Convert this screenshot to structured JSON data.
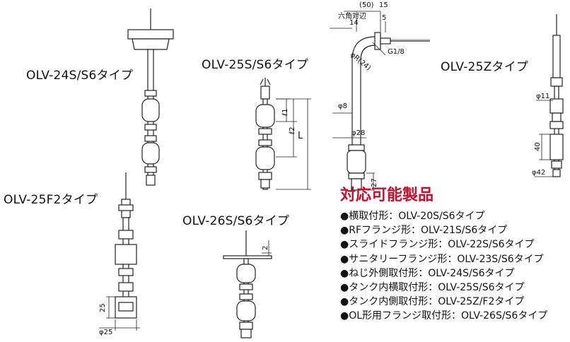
{
  "labels": {
    "olv24": "OLV-24S/S6タイプ",
    "olv25s": "OLV-25S/S6タイプ",
    "olv25z": "OLV-25Zタイプ",
    "olv25f2": "OLV-25F2タイプ",
    "olv26": "OLV-26S/S6タイプ"
  },
  "dimensions": {
    "hex_label": "六角対辺",
    "hex_value": "14",
    "d50": "(50)",
    "d15": "15",
    "d5": "5",
    "thread": "G1/8",
    "radius": "φR(24)",
    "phi8": "φ8",
    "phi28": "φ28",
    "d27": "27",
    "l1": "ℓ1",
    "l2": "ℓ2",
    "L": "L",
    "phi11": "φ11",
    "d40": "40",
    "phi42": "φ42",
    "d25": "25",
    "phi25": "φ25",
    "d2": "2"
  },
  "section": {
    "heading": "対応可能製品",
    "products": [
      "●横取付形：OLV-20S/S6タイプ",
      "●RFフランジ形：OLV-21S/S6タイプ",
      "●スライドフランジ形：OLV-22S/S6タイプ",
      "●サニタリーフランジ形：OLV-23S/S6タイプ",
      "●ねじ外側取付形：OLV-24S/S6タイプ",
      "●タンク内横取付形：OLV-25S/S6タイプ",
      "●タンク内側取付形：OLV-25Z/F2タイプ",
      "●OL形用フランジ取付形：OLV-26S/S6タイプ"
    ]
  },
  "colors": {
    "heading": "#c8102e",
    "line": "#222222"
  }
}
